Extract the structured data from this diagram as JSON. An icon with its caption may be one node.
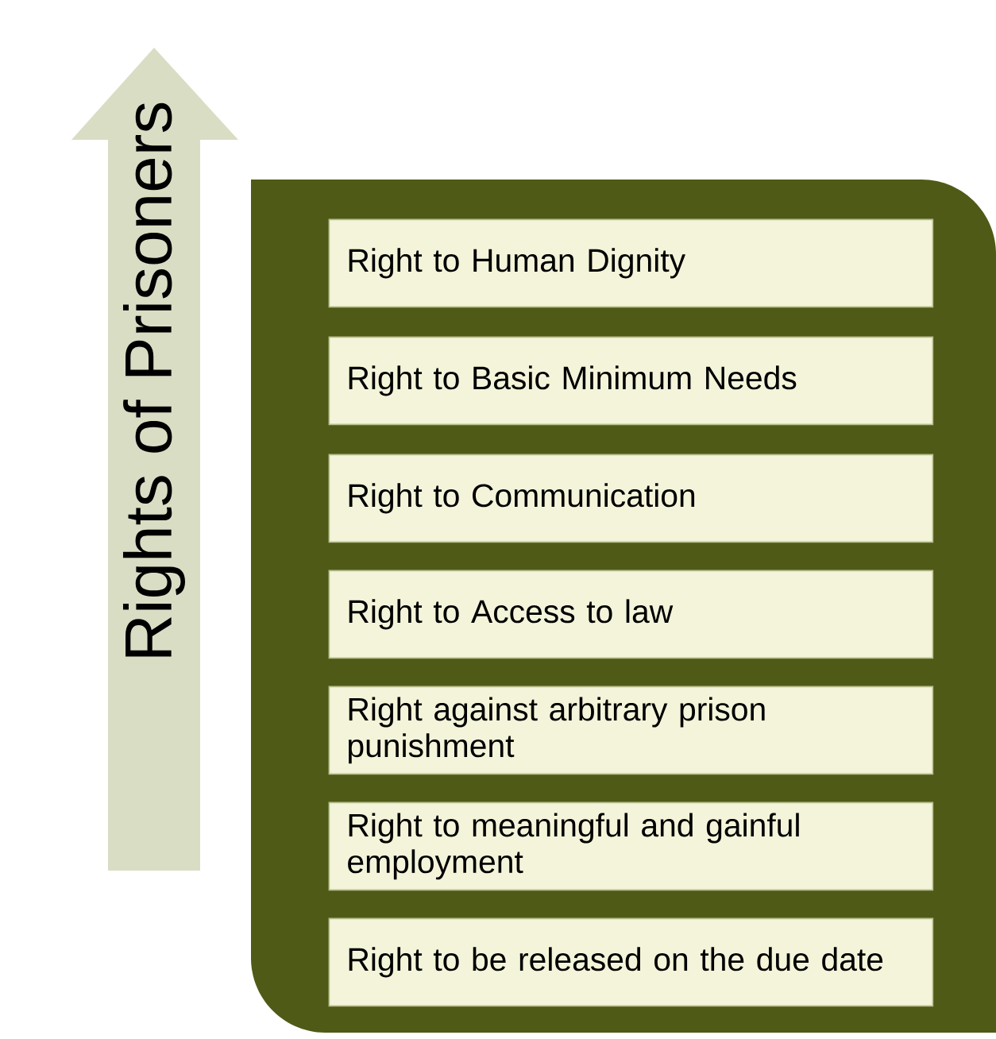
{
  "diagram": {
    "nodes": [
      {
        "text": [
          "Rights of Prisoners"
        ]
      },
      {
        "text": [],
        "shape": "box"
      },
      {
        "text": [
          "Right to Human Dignity"
        ],
        "in": 1
      },
      {
        "text": [
          "Right to Basic Minimum Needs"
        ],
        "in": 1
      },
      {
        "text": [
          "Right to Communication"
        ],
        "in": 1
      },
      {
        "text": [
          "Right to Access to law"
        ],
        "in": 1
      },
      {
        "text": [
          "Right against arbitrary prison punishment"
        ],
        "in": 1
      },
      {
        "text": [
          "Right to meaningful and gainful employment"
        ],
        "in": 1
      },
      {
        "text": [
          "Right to be released on the due date"
        ],
        "in": 1
      }
    ]
  }
}
